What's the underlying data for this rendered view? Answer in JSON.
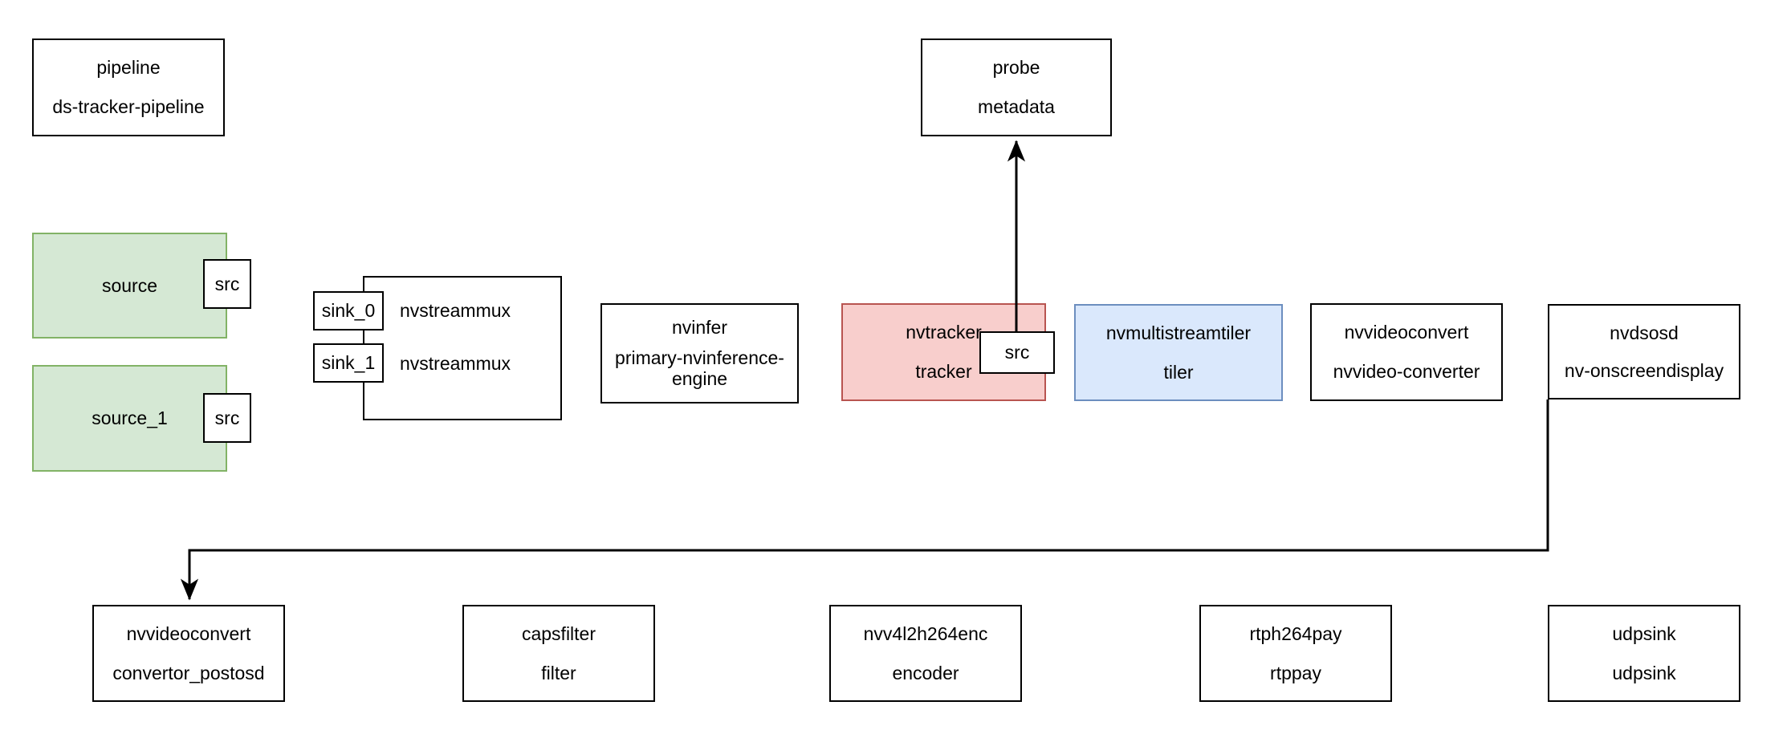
{
  "diagram": {
    "title": "DeepStream ds-tracker-pipeline GStreamer graph",
    "background": "#ffffff",
    "colors": {
      "default_fill": "#ffffff",
      "default_stroke": "#000000",
      "green_fill": "#d5e8d4",
      "green_stroke": "#82b366",
      "pink_fill": "#f8cecc",
      "pink_stroke": "#b85450",
      "blue_fill": "#dae8fc",
      "blue_stroke": "#6c8ebf"
    },
    "nodes": {
      "pipeline": {
        "type_label": "pipeline",
        "name_label": "ds-tracker-pipeline"
      },
      "probe": {
        "type_label": "probe",
        "name_label": "metadata"
      },
      "source": {
        "type_label": "source",
        "name_label": ""
      },
      "source_1": {
        "type_label": "source_1",
        "name_label": ""
      },
      "streammux_top": {
        "type_label": "nvstreammux",
        "name_label": ""
      },
      "streammux_bot": {
        "type_label": "nvstreammux",
        "name_label": ""
      },
      "nvinfer": {
        "type_label": "nvinfer",
        "name_label": "primary-nvinference-engine"
      },
      "nvtracker": {
        "type_label": "nvtracker",
        "name_label": "tracker"
      },
      "tiler": {
        "type_label": "nvmultistreamtiler",
        "name_label": "tiler"
      },
      "nvvideoconvert": {
        "type_label": "nvvideoconvert",
        "name_label": "nvvideo-converter"
      },
      "nvdsosd": {
        "type_label": "nvdsosd",
        "name_label": "nv-onscreendisplay"
      },
      "convertor_postosd": {
        "type_label": "nvvideoconvert",
        "name_label": "convertor_postosd"
      },
      "capsfilter": {
        "type_label": "capsfilter",
        "name_label": "filter"
      },
      "encoder": {
        "type_label": "nvv4l2h264enc",
        "name_label": "encoder"
      },
      "rtppay": {
        "type_label": "rtph264pay",
        "name_label": "rtppay"
      },
      "udpsink": {
        "type_label": "udpsink",
        "name_label": "udpsink"
      }
    },
    "pads": {
      "source_src": "src",
      "source_1_src": "src",
      "mux_sink_0": "sink_0",
      "mux_sink_1": "sink_1",
      "tracker_src": "src"
    }
  }
}
